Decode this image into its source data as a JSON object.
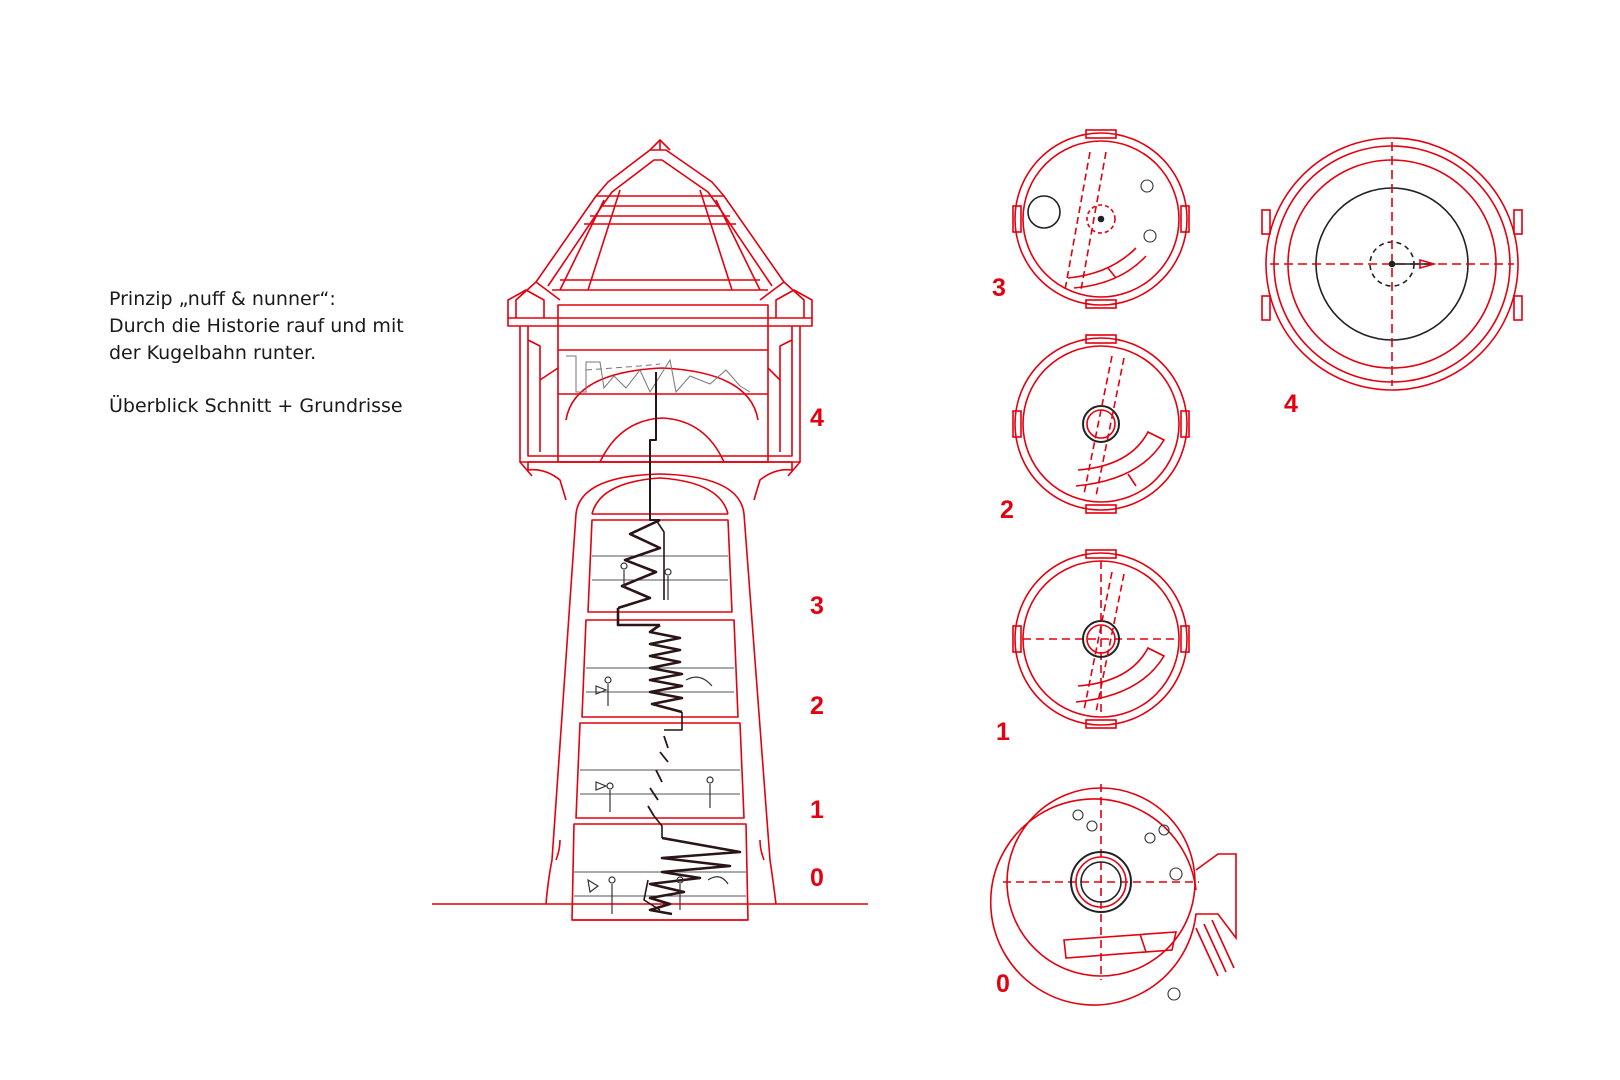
{
  "description": {
    "line1": "Prinzip „nuff & nunner“:",
    "line2": "Durch die Historie rauf und mit",
    "line3": "der Kugelbahn runter.",
    "line4": "Überblick Schnitt + Grundrisse"
  },
  "section_levels": [
    "4",
    "3",
    "2",
    "1",
    "0"
  ],
  "plan_labels": [
    "3",
    "2",
    "1",
    "0",
    "4"
  ],
  "colors": {
    "drawing": "#e3000f",
    "ballrun": "#2a1416",
    "text": "#1a1a1a"
  },
  "icons": {
    "people": "person-figure-icon",
    "visitors": "visitor-group-icon"
  }
}
